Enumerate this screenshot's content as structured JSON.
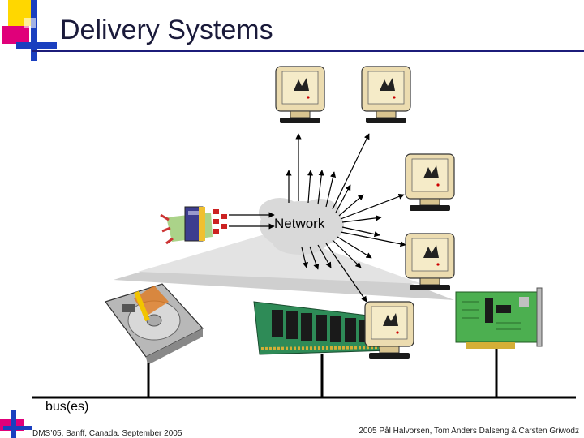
{
  "slide": {
    "title": "Delivery Systems",
    "network_label": "Network",
    "bus_label": "bus(es)",
    "footer_left": "DMS’05, Banff, Canada. September 2005",
    "footer_right": "2005  Pål Halvorsen, Tom Anders Dalseng & Carsten Griwodz"
  },
  "colors": {
    "title_rule": "#1c1c7a",
    "deco_magenta": "#e0007a",
    "deco_blue": "#1a3fbf",
    "deco_yellow": "#ffd700",
    "network_cloud": "#d9d9d9",
    "ram_green": "#2e8b57",
    "card_green": "#4caf50"
  },
  "icons": [
    "server-icon",
    "network-cloud",
    "client-monitor-icon",
    "hard-disk-icon",
    "memory-module-icon",
    "network-card-icon"
  ]
}
